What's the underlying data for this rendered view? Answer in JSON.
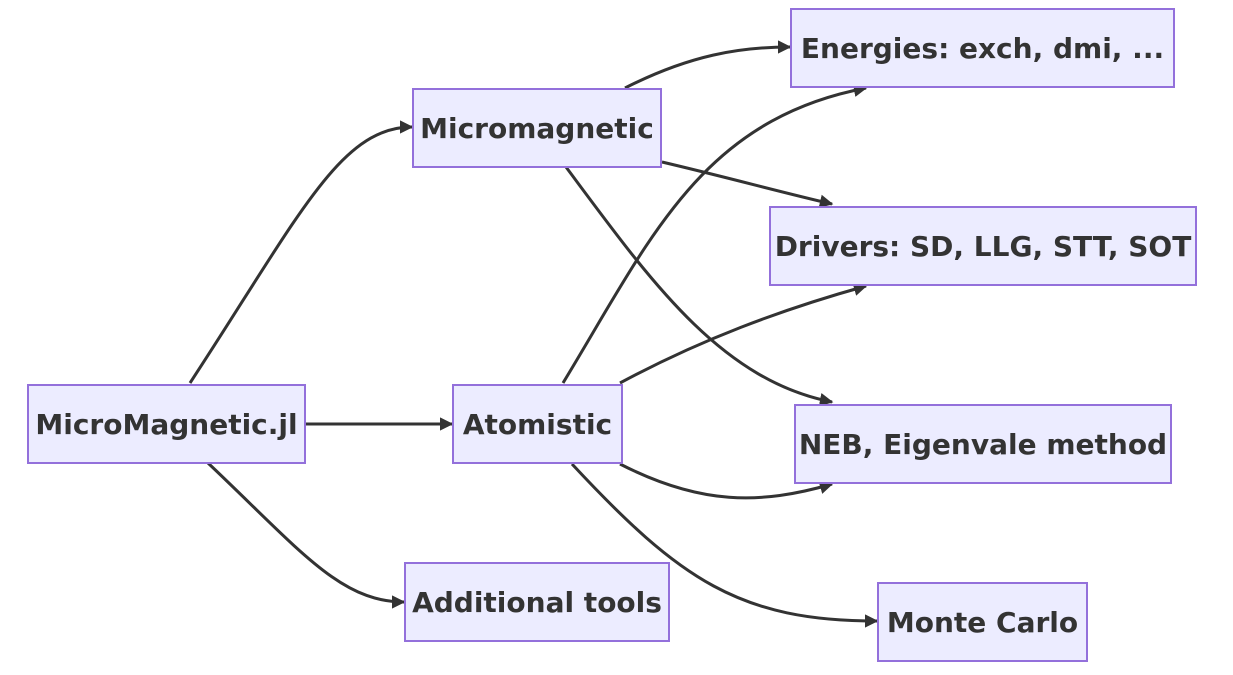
{
  "nodes": {
    "micromagnetic_jl": "MicroMagnetic.jl",
    "micromagnetic": "Micromagnetic",
    "atomistic": "Atomistic",
    "additional_tools": "Additional tools",
    "energies": "Energies: exch, dmi, ...",
    "drivers": "Drivers: SD, LLG, STT, SOT",
    "neb": "NEB, Eigenvale method",
    "monte_carlo": "Monte Carlo"
  },
  "edges": [
    {
      "from": "MicroMagnetic.jl",
      "to": "Micromagnetic"
    },
    {
      "from": "MicroMagnetic.jl",
      "to": "Atomistic"
    },
    {
      "from": "MicroMagnetic.jl",
      "to": "Additional tools"
    },
    {
      "from": "Micromagnetic",
      "to": "Energies: exch, dmi, ..."
    },
    {
      "from": "Micromagnetic",
      "to": "Drivers: SD, LLG, STT, SOT"
    },
    {
      "from": "Micromagnetic",
      "to": "NEB, Eigenvale method"
    },
    {
      "from": "Atomistic",
      "to": "Energies: exch, dmi, ..."
    },
    {
      "from": "Atomistic",
      "to": "Drivers: SD, LLG, STT, SOT"
    },
    {
      "from": "Atomistic",
      "to": "NEB, Eigenvale method"
    },
    {
      "from": "Atomistic",
      "to": "Monte Carlo"
    }
  ],
  "colors": {
    "node_fill": "#ECECFF",
    "node_border": "#9370DB",
    "edge": "#333333",
    "text": "#333333"
  }
}
